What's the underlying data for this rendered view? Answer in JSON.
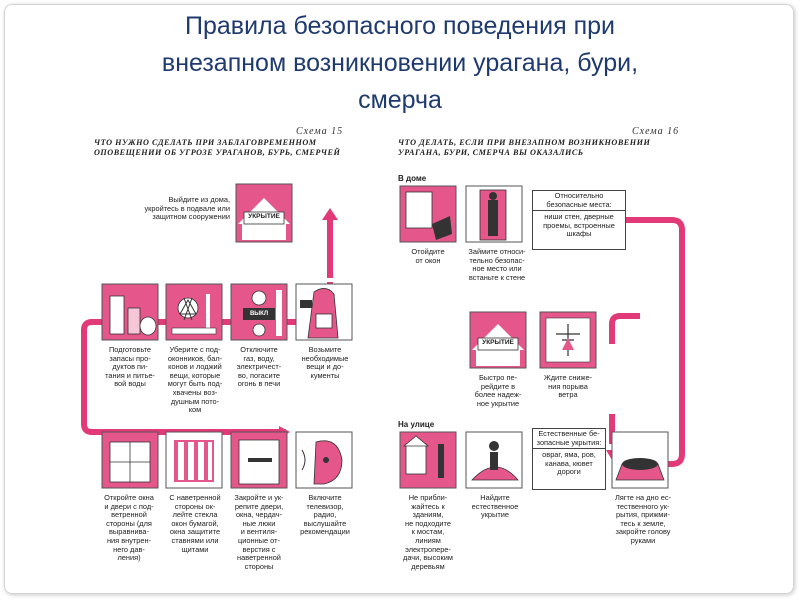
{
  "title": {
    "line1": "Правила безопасного поведения при",
    "line2": "внезапном возникновении урагана, бури,",
    "line3": "смерча"
  },
  "scheme15": {
    "label": "Схема 15",
    "heading_line1": "ЧТО НУЖНО СДЕЛАТЬ ПРИ ЗАБЛАГОВРЕМЕННОМ",
    "heading_line2": "ОПОВЕЩЕНИИ ОБ УГРОЗЕ УРАГАНОВ, БУРЬ, СМЕРЧЕЙ",
    "shelter_sign": "УКРЫТИЕ",
    "switch_label": "ВЫКЛ",
    "captions": {
      "leave_home": "Выйдите из дома,\nукройтесь в подвале или\nзащитном сооружении",
      "supplies": "Подготовьте\nзапасы про-\nдуктов пи-\nтания и питье-\nвой воды",
      "remove_items": "Уберите с под-\nоконников, бал-\nконов и лоджий\nвещи, которые\nмогут быть под-\nхвачены воз-\nдушным пото-\nком",
      "turn_off": "Отключите\nгаз, воду,\nэлектричест-\nво, погасите\nогонь в печи",
      "take_items": "Возьмите\nнеобходимые\nвещи и до-\nкументы",
      "open_windows": "Откройте окна\nи двери с под-\nветренной\nстороны (для\nвыравнива-\nния внутрен-\nнего дав-\nления)",
      "tape_windows": "С наветренной\nстороны ок-\nлейте стекла\nокон бумагой,\nокна защитите\nставнями или\nщитами",
      "close_doors": "Закройте и ук-\nрепите двери,\nокна, чердач-\nные люки\nи вентиля-\nционные от-\nверстия с\nнаветренной\nстороны",
      "tv_radio": "Включите\nтелевизор,\nрадио,\nвыслушайте\nрекомендации"
    }
  },
  "scheme16": {
    "label": "Схема 16",
    "heading_line1": "ЧТО ДЕЛАТЬ, ЕСЛИ ПРИ ВНЕЗАПНОМ ВОЗНИКНОВЕНИИ",
    "heading_line2": "УРАГАНА, БУРИ, СМЕРЧА ВЫ ОКАЗАЛИСЬ",
    "section_home": "В доме",
    "section_street": "На улице",
    "shelter_sign": "УКРЫТИЕ",
    "home_box_header": "Относительно\nбезопасные места:",
    "home_box_body": "ниши стен, дверные\nпроемы, встроенные\nшкафы",
    "street_box_header": "Естественные бе-\nзопасные укрытия:",
    "street_box_body": "овраг, яма, ров,\nканава, кювет\nдороги",
    "captions": {
      "away_windows": "Отойдите\nот окон",
      "safe_place": "Займите относи-\nтельно безопас-\nное место или\nвстаньте к стене",
      "move_shelter": "Быстро пе-\nрейдите в\nболее надеж-\nное укрытие",
      "wait_wind": "Ждите сниже-\nния порыва\nветра",
      "no_approach": "Не прибли-\nжайтесь к\nзданиям,\nне подходите\nк мостам,\nлиниям\nэлектропере-\nдачи, высоким\nдеревьям",
      "find_shelter": "Найдите\nестественное\nукрытие",
      "lie_down": "Лягте на дно ес-\nтественного ук-\nрытия, прижми-\nтесь к земле,\nзакройте голову\nруками"
    }
  },
  "colors": {
    "pink": "#e5578a",
    "pink_light": "#f7c6d6",
    "route": "#e23a78",
    "title": "#1f3a6e"
  }
}
